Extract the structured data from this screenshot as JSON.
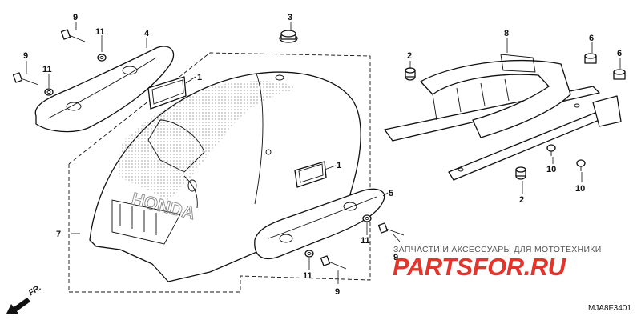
{
  "callouts": {
    "c1a": "1",
    "c1b": "1",
    "c2a": "2",
    "c2b": "2",
    "c3": "3",
    "c4": "4",
    "c5": "5",
    "c6a": "6",
    "c6b": "6",
    "c7": "7",
    "c8": "8",
    "c9a": "9",
    "c9b": "9",
    "c9c": "9",
    "c9d": "9",
    "c10a": "10",
    "c10b": "10",
    "c11a": "11",
    "c11b": "11",
    "c11c": "11",
    "c11d": "11"
  },
  "brand_text": "HONDA",
  "direction_label": "FR.",
  "watermark": {
    "tagline": "ЗАПЧАСТИ И АКСЕССУАРЫ ДЛЯ МОТОТЕХНИКИ",
    "brand": "PARTSFOR.RU"
  },
  "diagram_code": "MJA8F3401",
  "colors": {
    "line": "#111111",
    "watermark": "#e2231a",
    "shading": "#c8c8c8"
  }
}
